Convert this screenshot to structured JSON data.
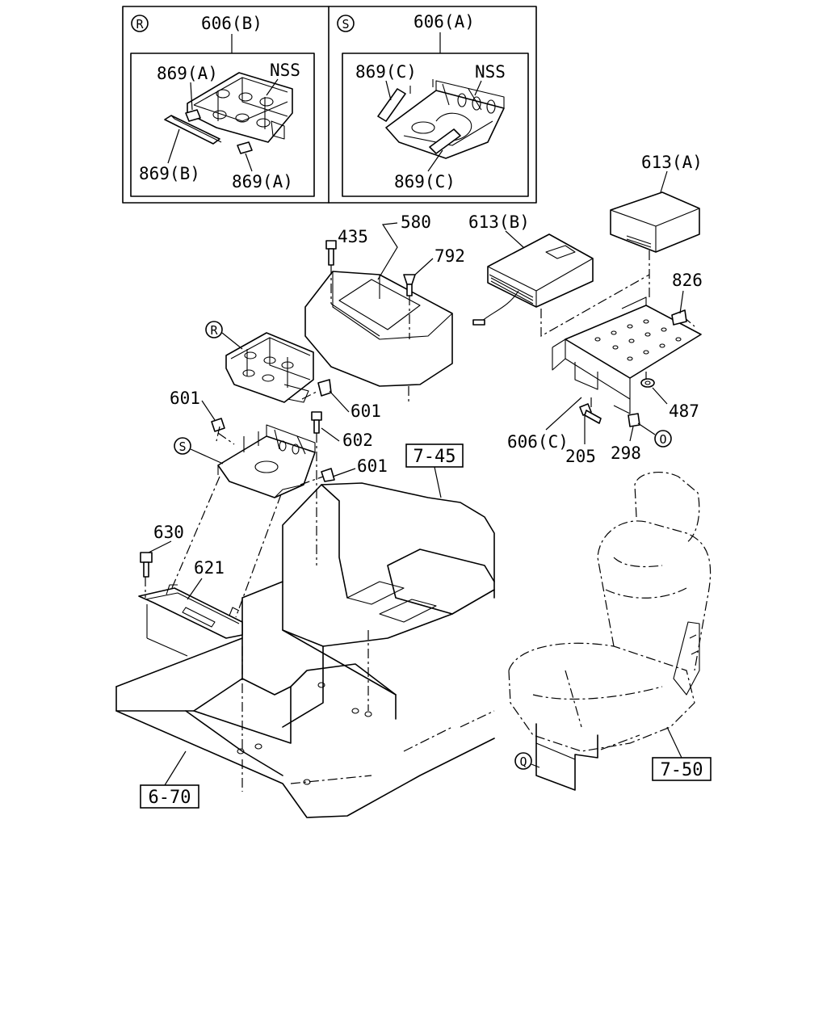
{
  "diagram": {
    "insets": {
      "left": {
        "marker": "R",
        "title": "606(B)",
        "labels": {
          "part_a_top": "869(A)",
          "nss": "NSS",
          "part_b": "869(B)",
          "part_a_bottom": "869(A)"
        }
      },
      "right": {
        "marker": "S",
        "title": "606(A)",
        "labels": {
          "part_c_top": "869(C)",
          "nss": "NSS",
          "part_c_bottom": "869(C)"
        }
      }
    },
    "part_labels": {
      "p613a": "613(A)",
      "p613b": "613(B)",
      "p580": "580",
      "p435": "435",
      "p792": "792",
      "p826": "826",
      "p601_a": "601",
      "p601_b": "601",
      "p601_c": "601",
      "p602": "602",
      "p487": "487",
      "p606c": "606(C)",
      "p205": "205",
      "p298": "298",
      "p630": "630",
      "p621": "621"
    },
    "markers": {
      "r": "R",
      "s": "S",
      "o": "O",
      "q": "Q"
    },
    "refs": {
      "ref_7_45": "7-45",
      "ref_6_70": "6-70",
      "ref_7_50": "7-50"
    }
  }
}
